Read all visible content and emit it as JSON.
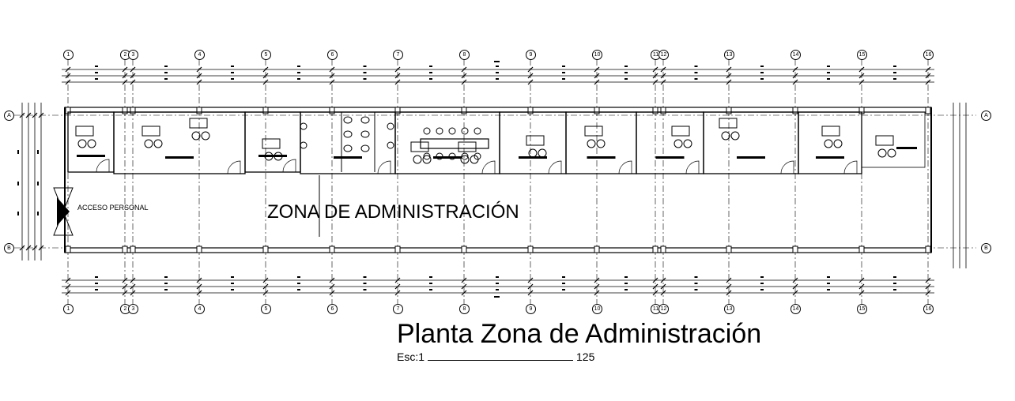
{
  "drawing": {
    "zone_label": "ZONA DE ADMINISTRACIÓN",
    "access_label": "ACCESO PERSONAL",
    "title": "Planta Zona de Administración",
    "scale_prefix": "Esc:1",
    "scale_value": "125"
  },
  "grid": {
    "columns": [
      "1",
      "2",
      "3",
      "4",
      "5",
      "6",
      "7",
      "8",
      "9",
      "10",
      "11",
      "12",
      "13",
      "14",
      "15",
      "16"
    ],
    "rows": [
      "A",
      "B"
    ]
  },
  "colors": {
    "line": "#000000",
    "background": "#ffffff"
  }
}
